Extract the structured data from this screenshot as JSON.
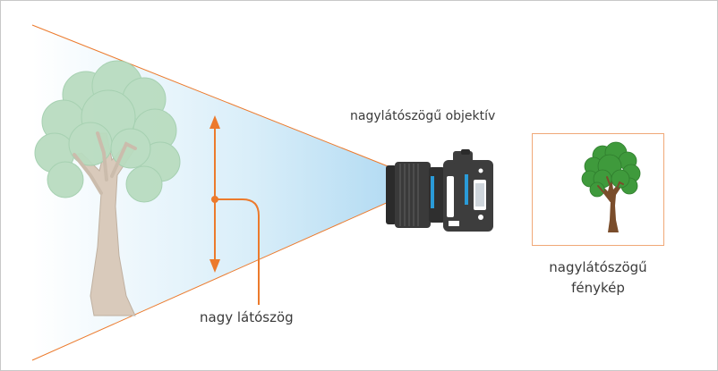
{
  "lens_label": "nagylátószögű objektív",
  "angle_label": "nagy látószög",
  "photo_caption": {
    "line1": "nagylátószögű",
    "line2": "fénykép"
  },
  "colors": {
    "accent_orange": "#ec7a2c",
    "field_of_view_blue": "#bfe1f5",
    "tree_faded_green": "#b9dcc0",
    "tree_photo_green": "#3f9a3c",
    "trunk_faded": "#d8c8b8",
    "trunk_photo": "#7a4d2b"
  },
  "icons": {
    "camera": "mirrorless-camera-icon",
    "arrow": "double-headed-arrow-icon"
  }
}
